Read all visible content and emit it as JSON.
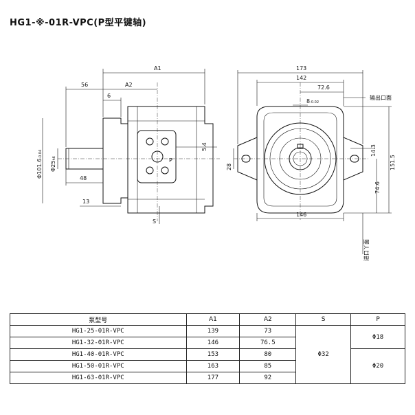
{
  "title": "HG1-※-01R-VPC(P型平键轴)",
  "side_view": {
    "dim_A1": "A1",
    "dim_56": "56",
    "dim_A2": "A2",
    "dim_6": "6",
    "dim_5_4": "5.4",
    "dim_phi25": "Φ25",
    "dim_phi25_tol": "h6",
    "dim_phi101": "Φ101.6",
    "dim_phi101_tol": "-0.04",
    "dim_48": "48",
    "dim_13": "13",
    "label_P": "P",
    "label_S": "S"
  },
  "front_view": {
    "dim_173": "173",
    "dim_142": "142",
    "dim_72_6": "72.6",
    "dim_8": "8",
    "dim_8_tol": "-0.02",
    "dim_28": "28",
    "dim_14_3": "14.3",
    "dim_151_5": "151.5",
    "dim_74_6": "74.6",
    "dim_146": "146",
    "label_outlet": "输出口面",
    "label_inlet": "进口丫面"
  },
  "table": {
    "headers": [
      "泵型号",
      "A1",
      "A2",
      "S",
      "P"
    ],
    "rows": [
      {
        "model": "HG1-25-01R-VPC",
        "a1": "139",
        "a2": "73"
      },
      {
        "model": "HG1-32-01R-VPC",
        "a1": "146",
        "a2": "76.5"
      },
      {
        "model": "HG1-40-01R-VPC",
        "a1": "153",
        "a2": "80"
      },
      {
        "model": "HG1-50-01R-VPC",
        "a1": "163",
        "a2": "85"
      },
      {
        "model": "HG1-63-01R-VPC",
        "a1": "177",
        "a2": "92"
      }
    ],
    "s_value": "Φ32",
    "p_values": [
      "Φ18",
      "Φ20"
    ]
  }
}
